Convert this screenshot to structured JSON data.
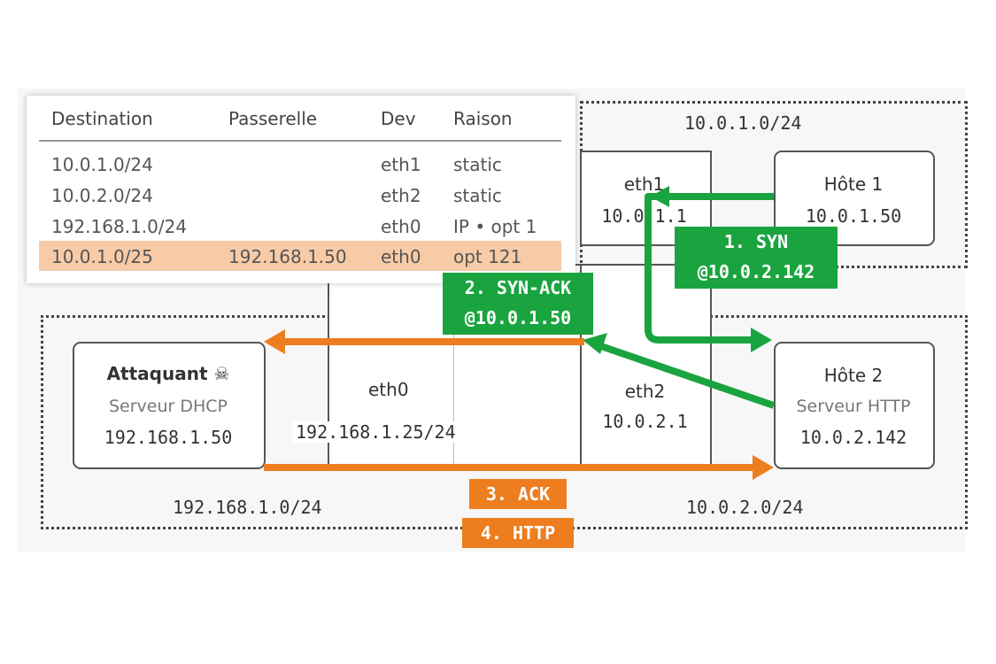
{
  "colors": {
    "green": "#1aa43f",
    "orange": "#ed7d1e",
    "highlight": "#f7cba7"
  },
  "routing_table": {
    "headers": [
      "Destination",
      "Passerelle",
      "Dev",
      "Raison"
    ],
    "rows": [
      {
        "destination": "10.0.1.0/24",
        "gateway": "",
        "dev": "eth1",
        "reason": "static"
      },
      {
        "destination": "10.0.2.0/24",
        "gateway": "",
        "dev": "eth2",
        "reason": "static"
      },
      {
        "destination": "192.168.1.0/24",
        "gateway": "",
        "dev": "eth0",
        "reason": "IP • opt 1"
      },
      {
        "destination": "10.0.1.0/25",
        "gateway": "192.168.1.50",
        "dev": "eth0",
        "reason": "opt 121"
      }
    ]
  },
  "subnets": {
    "net1": "10.0.1.0/24",
    "net2": "10.0.2.0/24",
    "net_lan": "192.168.1.0/24"
  },
  "router": {
    "eth1": {
      "name": "eth1",
      "ip": "10.0.1.1"
    },
    "eth0": {
      "name": "eth0",
      "ip": "192.168.1.25/24"
    },
    "eth2": {
      "name": "eth2",
      "ip": "10.0.2.1"
    }
  },
  "hosts": {
    "host1": {
      "name": "Hôte 1",
      "ip": "10.0.1.50"
    },
    "host2": {
      "name": "Hôte 2",
      "role": "Serveur HTTP",
      "ip": "10.0.2.142"
    },
    "attacker": {
      "name": "Attaquant",
      "icon": "skull-crossbones-icon",
      "glyph": "☠",
      "role": "Serveur DHCP",
      "ip": "192.168.1.50"
    }
  },
  "steps": {
    "syn": {
      "line1": "1. SYN",
      "line2": "@10.0.2.142"
    },
    "synack": {
      "line1": "2. SYN-ACK",
      "line2": "@10.0.1.50"
    },
    "ack": "3. ACK",
    "http": "4. HTTP"
  }
}
